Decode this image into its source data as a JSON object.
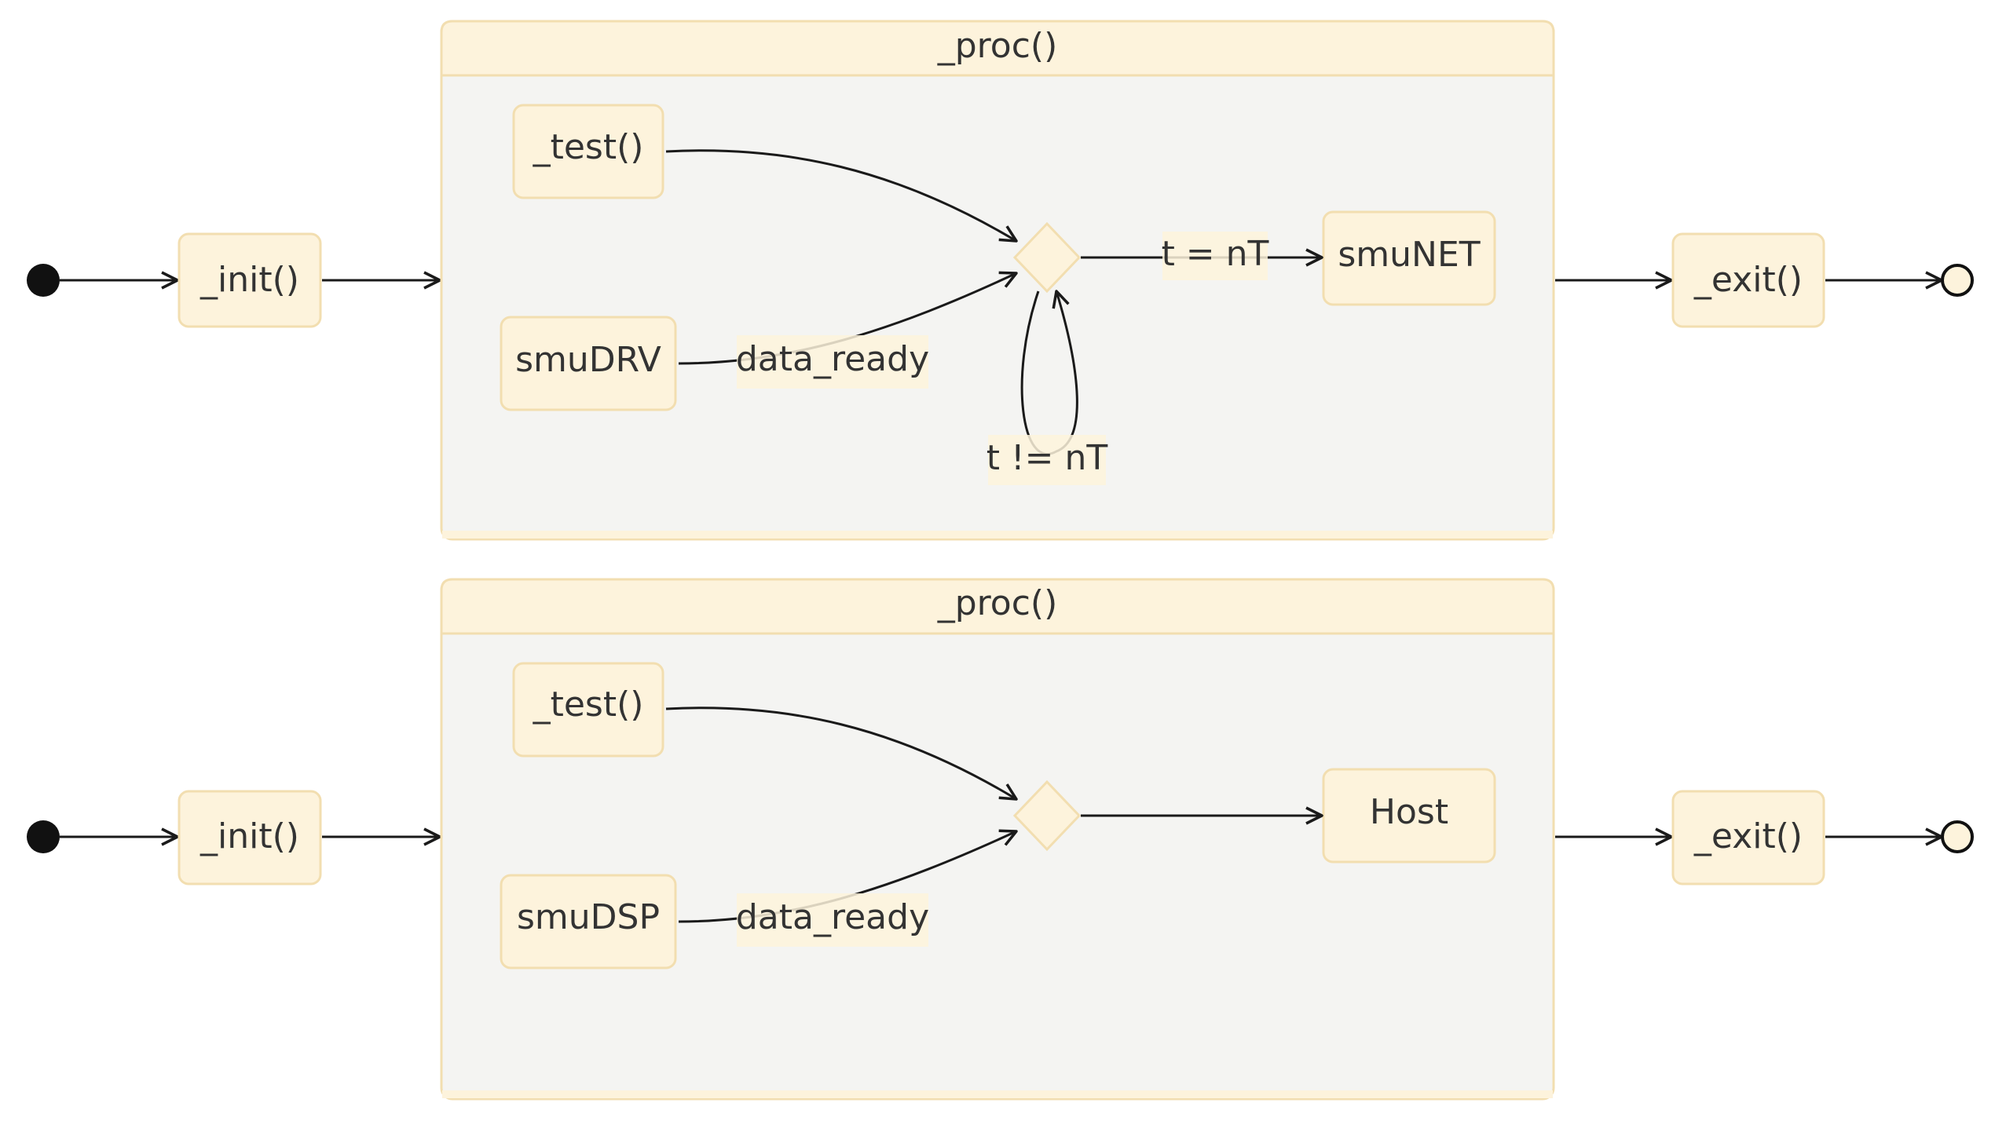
{
  "diagrams": [
    {
      "init_label": "_init()",
      "composite_title": "_proc()",
      "test_label": "_test()",
      "source_label": "smuDRV",
      "source_edge_label": "data_ready",
      "target_label": "smuNET",
      "target_edge_label": "t = nT",
      "self_loop_label": "t != nT",
      "exit_label": "_exit()"
    },
    {
      "init_label": "_init()",
      "composite_title": "_proc()",
      "test_label": "_test()",
      "source_label": "smuDSP",
      "source_edge_label": "data_ready",
      "target_label": "Host",
      "target_edge_label": "",
      "self_loop_label": "",
      "exit_label": "_exit()"
    }
  ],
  "colors": {
    "state_fill": "#fdf3dc",
    "state_stroke": "#f2deb0",
    "composite_body": "#f4f4f2",
    "composite_header": "#fdf3dc",
    "edge": "#1a1a1a",
    "start_dot": "#111111",
    "end_ring_fill": "#fdf3dc"
  }
}
